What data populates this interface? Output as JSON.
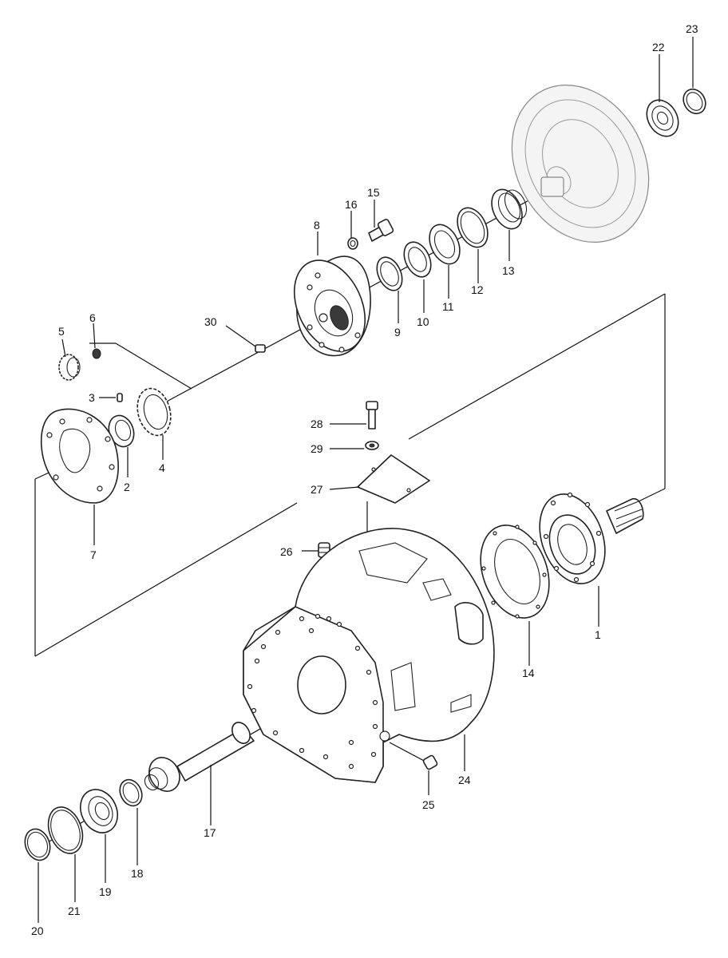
{
  "callouts": {
    "p1": "1",
    "p2": "2",
    "p3": "3",
    "p4": "4",
    "p5": "5",
    "p6": "6",
    "p7": "7",
    "p8": "8",
    "p9": "9",
    "p10": "10",
    "p11": "11",
    "p12": "12",
    "p13": "13",
    "p14": "14",
    "p15": "15",
    "p16": "16",
    "p17": "17",
    "p18": "18",
    "p19": "19",
    "p20": "20",
    "p21": "21",
    "p22": "22",
    "p23": "23",
    "p24": "24",
    "p25": "25",
    "p26": "26",
    "p27": "27",
    "p28": "28",
    "p29": "29",
    "p30": "30"
  }
}
